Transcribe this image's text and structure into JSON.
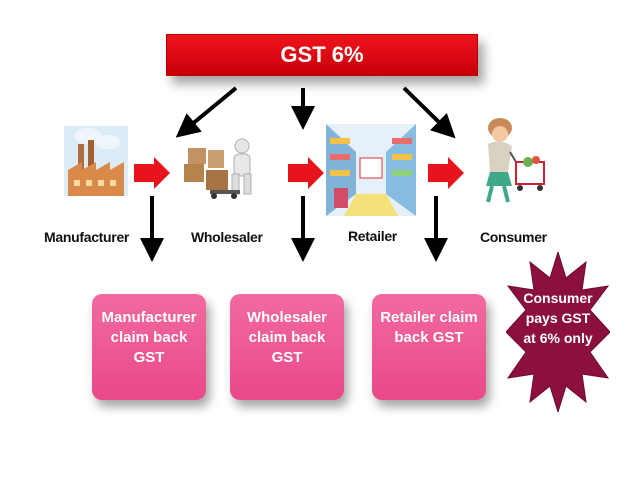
{
  "banner": {
    "text": "GST 6%"
  },
  "nodes": [
    {
      "label": "Manufacturer",
      "icon": "factory-icon"
    },
    {
      "label": "Wholesaler",
      "icon": "wholesaler-icon"
    },
    {
      "label": "Retailer",
      "icon": "supermarket-icon"
    },
    {
      "label": "Consumer",
      "icon": "shopper-icon"
    }
  ],
  "claims": [
    {
      "lines": [
        "Manufacturer",
        "claim back",
        "GST"
      ]
    },
    {
      "lines": [
        "Wholesaler",
        "claim back",
        "GST"
      ]
    },
    {
      "lines": [
        "Retailer claim",
        "back GST"
      ]
    }
  ],
  "consumer_note": {
    "lines": [
      "Consumer",
      "pays GST",
      "at 6% only"
    ]
  },
  "colors": {
    "banner_red": "#e01018",
    "flow_arrow_red": "#e8141c",
    "claim_pink": "#ec5592",
    "star_maroon": "#8b1040",
    "arrow_black": "#000000"
  }
}
